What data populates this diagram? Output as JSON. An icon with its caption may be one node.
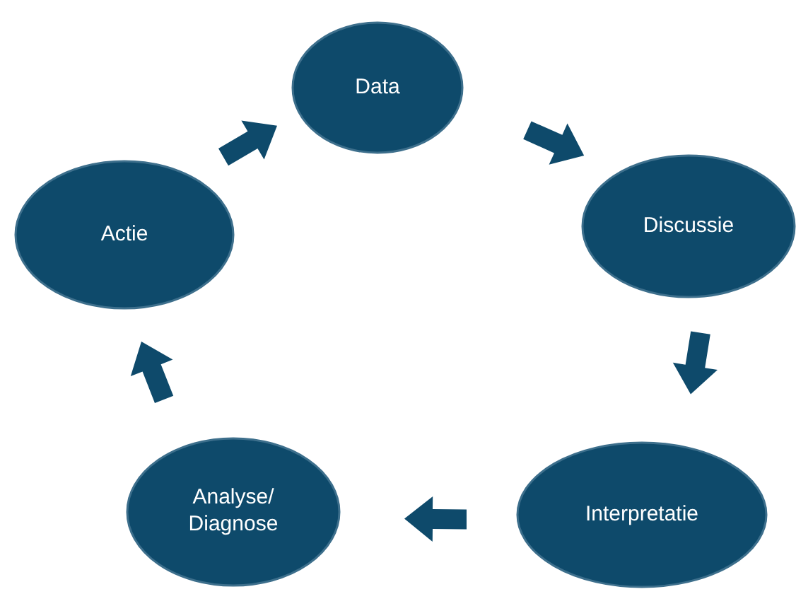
{
  "diagram": {
    "nodes": [
      {
        "text": [
          "Data"
        ]
      },
      {
        "text": [
          "Discussie"
        ]
      },
      {
        "text": [
          "Interpretatie"
        ]
      },
      {
        "text": [
          "Analyse/ Diagnose"
        ]
      },
      {
        "text": [
          "Actie"
        ]
      }
    ],
    "edges": [
      {
        "from": 0,
        "to": 1,
        "arrow": "to"
      },
      {
        "from": 1,
        "to": 2,
        "arrow": "to"
      },
      {
        "from": 2,
        "to": 3,
        "arrow": "to"
      },
      {
        "from": 3,
        "to": 4,
        "arrow": "to"
      },
      {
        "from": 4,
        "to": 0,
        "arrow": "to"
      }
    ]
  }
}
